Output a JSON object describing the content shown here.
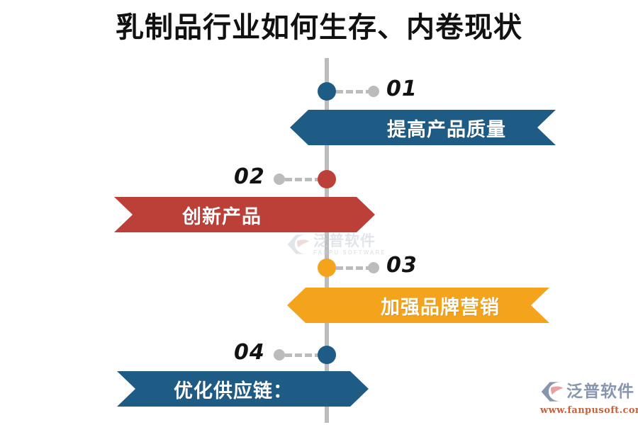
{
  "title": "乳制品行业如何生存、内卷现状",
  "colors": {
    "blue": "#1F5C85",
    "red": "#BC4038",
    "orange": "#F3A31C",
    "gray": "#BCBCBC",
    "title_text": "#111111",
    "banner_text": "#FFFFFF"
  },
  "steps": [
    {
      "number": "01",
      "label": "提高产品质量",
      "color": "#1F5C85",
      "side": "right",
      "dot_name": "timeline-dot-01"
    },
    {
      "number": "02",
      "label": "创新产品",
      "color": "#BC4038",
      "side": "left",
      "dot_name": "timeline-dot-02"
    },
    {
      "number": "03",
      "label": "加强品牌营销",
      "color": "#F3A31C",
      "side": "right",
      "dot_name": "timeline-dot-03"
    },
    {
      "number": "04",
      "label": "优化供应链：",
      "color": "#1F5C85",
      "side": "left",
      "dot_name": "timeline-dot-04"
    }
  ],
  "watermark": {
    "brand_cn": "泛普软件",
    "brand_en": "FANPU SOFTWARE",
    "icon": "fanpu-logo-icon"
  },
  "logo": {
    "brand_cn": "泛普软件",
    "url": "www.fanpusoft.com",
    "icon": "fanpu-logo-icon"
  }
}
